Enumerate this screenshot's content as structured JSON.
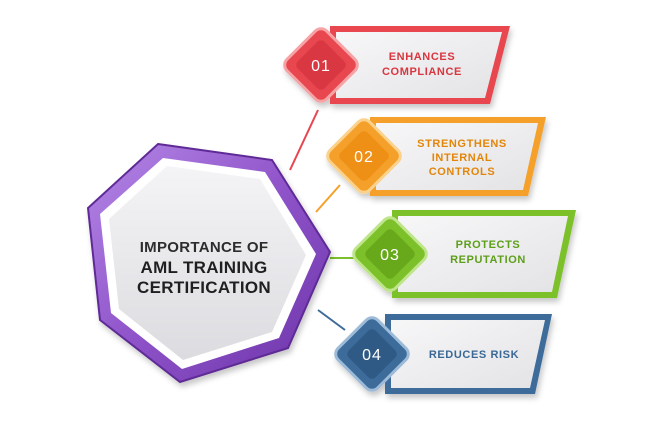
{
  "center": {
    "line1": "IMPORTANCE OF",
    "line2": "AML TRAINING",
    "line3": "CERTIFICATION"
  },
  "items": [
    {
      "number": "01",
      "label_lines": [
        "ENHANCES",
        "COMPLIANCE"
      ],
      "color": "#e8464f"
    },
    {
      "number": "02",
      "label_lines": [
        "STRENGTHENS",
        "INTERNAL",
        "CONTROLS"
      ],
      "color": "#f5a02a"
    },
    {
      "number": "03",
      "label_lines": [
        "PROTECTS",
        "REPUTATION"
      ],
      "color": "#7cc02b"
    },
    {
      "number": "04",
      "label_lines": [
        "REDUCES RISK"
      ],
      "color": "#3d6c9a"
    }
  ],
  "colors": {
    "hexagon_outer": "#9a5ccd",
    "hexagon_face": "#ececee",
    "text_dark": "#2b2b2b"
  }
}
